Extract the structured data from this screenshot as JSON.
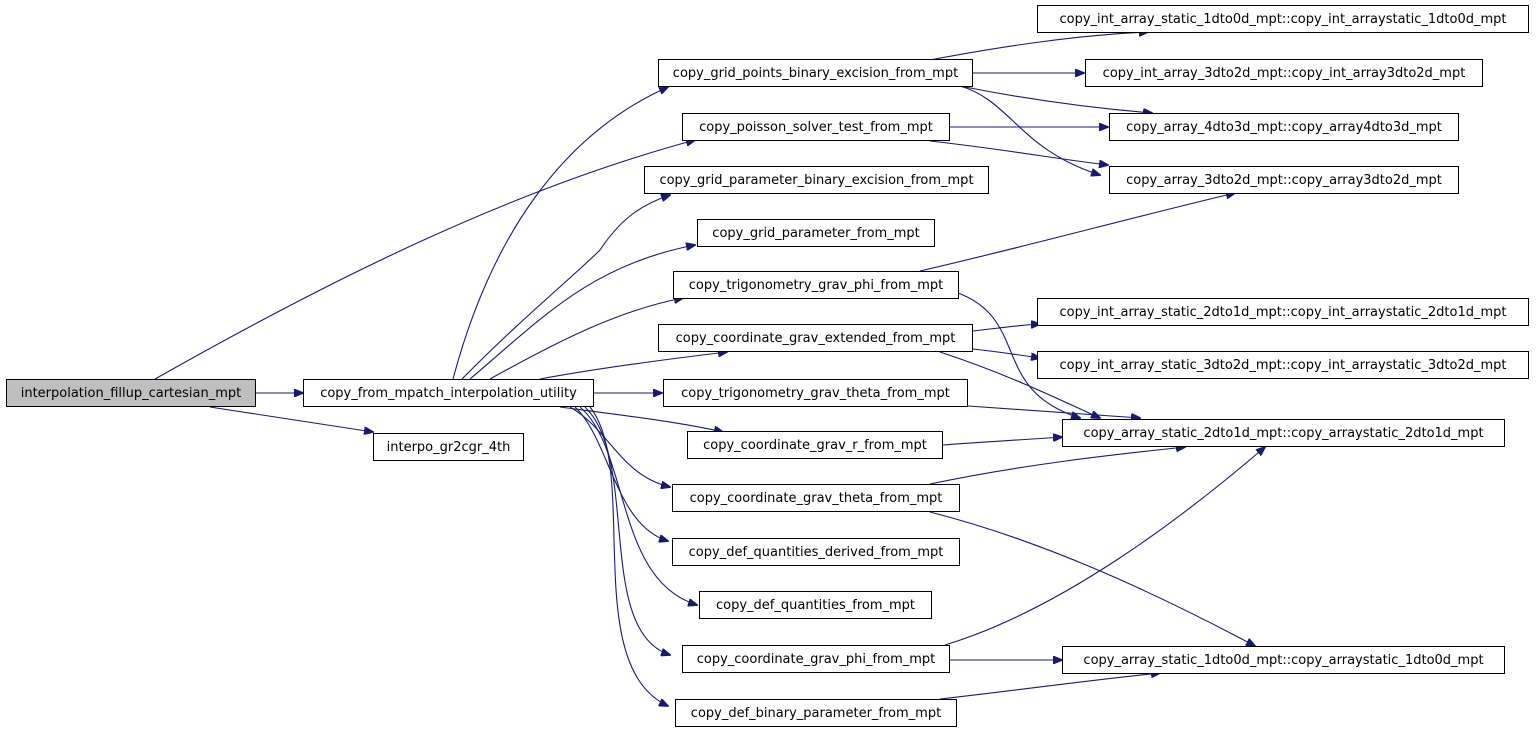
{
  "colors": {
    "edge": "#191970",
    "root_fill": "#bfbfbf",
    "node_fill": "#ffffff",
    "border": "#000000"
  },
  "nodes": {
    "root": "interpolation_fillup_cartesian_mpt",
    "util": "copy_from_mpatch_interpolation_utility",
    "interpo": "interpo_gr2cgr_4th",
    "gpbe": "copy_grid_points_binary_excision_from_mpt",
    "pst": "copy_poisson_solver_test_from_mpt",
    "gparbe": "copy_grid_parameter_binary_excision_from_mpt",
    "gpar": "copy_grid_parameter_from_mpt",
    "tgphi": "copy_trigonometry_grav_phi_from_mpt",
    "cge": "copy_coordinate_grav_extended_from_mpt",
    "tgtheta": "copy_trigonometry_grav_theta_from_mpt",
    "cgr": "copy_coordinate_grav_r_from_mpt",
    "cgtheta": "copy_coordinate_grav_theta_from_mpt",
    "dqd": "copy_def_quantities_derived_from_mpt",
    "dq": "copy_def_quantities_from_mpt",
    "cgphi": "copy_coordinate_grav_phi_from_mpt",
    "dbp": "copy_def_binary_parameter_from_mpt",
    "ia1": "copy_int_array_static_1dto0d_mpt::copy_int_arraystatic_1dto0d_mpt",
    "ia3": "copy_int_array_3dto2d_mpt::copy_int_array3dto2d_mpt",
    "a4": "copy_array_4dto3d_mpt::copy_array4dto3d_mpt",
    "a3": "copy_array_3dto2d_mpt::copy_array3dto2d_mpt",
    "ias2": "copy_int_array_static_2dto1d_mpt::copy_int_arraystatic_2dto1d_mpt",
    "ias3": "copy_int_array_static_3dto2d_mpt::copy_int_arraystatic_3dto2d_mpt",
    "as2": "copy_array_static_2dto1d_mpt::copy_arraystatic_2dto1d_mpt",
    "as1": "copy_array_static_1dto0d_mpt::copy_arraystatic_1dto0d_mpt"
  }
}
